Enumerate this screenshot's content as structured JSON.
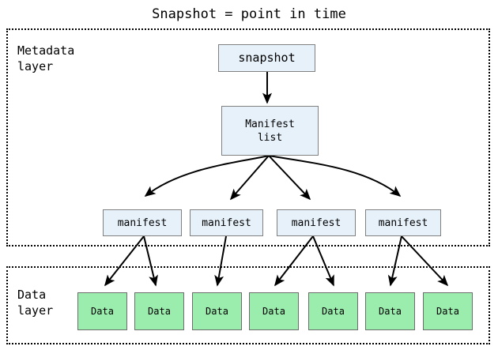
{
  "title": "Snapshot = point in time",
  "colors": {
    "metadata_node_fill": "#e6f1fa",
    "metadata_node_stroke": "#808080",
    "data_node_fill": "#9bedad",
    "data_node_stroke": "#6d6d6d",
    "layer_border": "#000000",
    "background": "#ffffff",
    "arrow": "#000000"
  },
  "layers": [
    {
      "id": "metadata",
      "label": "Metadata\nlayer"
    },
    {
      "id": "data",
      "label": "Data\nlayer"
    }
  ],
  "nodes": {
    "snapshot": {
      "label": "snapshot"
    },
    "manifest_list": {
      "label": "Manifest\nlist"
    },
    "manifests": [
      {
        "label": "manifest"
      },
      {
        "label": "manifest"
      },
      {
        "label": "manifest"
      },
      {
        "label": "manifest"
      }
    ],
    "data_files": [
      {
        "label": "Data"
      },
      {
        "label": "Data"
      },
      {
        "label": "Data"
      },
      {
        "label": "Data"
      },
      {
        "label": "Data"
      },
      {
        "label": "Data"
      },
      {
        "label": "Data"
      }
    ]
  },
  "edges": [
    {
      "from": "snapshot",
      "to": "manifest_list"
    },
    {
      "from": "manifest_list",
      "to": "manifest_0"
    },
    {
      "from": "manifest_list",
      "to": "manifest_1"
    },
    {
      "from": "manifest_list",
      "to": "manifest_2"
    },
    {
      "from": "manifest_list",
      "to": "manifest_3"
    },
    {
      "from": "manifest_0",
      "to": "data_0"
    },
    {
      "from": "manifest_0",
      "to": "data_1"
    },
    {
      "from": "manifest_1",
      "to": "data_2"
    },
    {
      "from": "manifest_2",
      "to": "data_3"
    },
    {
      "from": "manifest_2",
      "to": "data_4"
    },
    {
      "from": "manifest_3",
      "to": "data_5"
    },
    {
      "from": "manifest_3",
      "to": "data_6"
    }
  ]
}
